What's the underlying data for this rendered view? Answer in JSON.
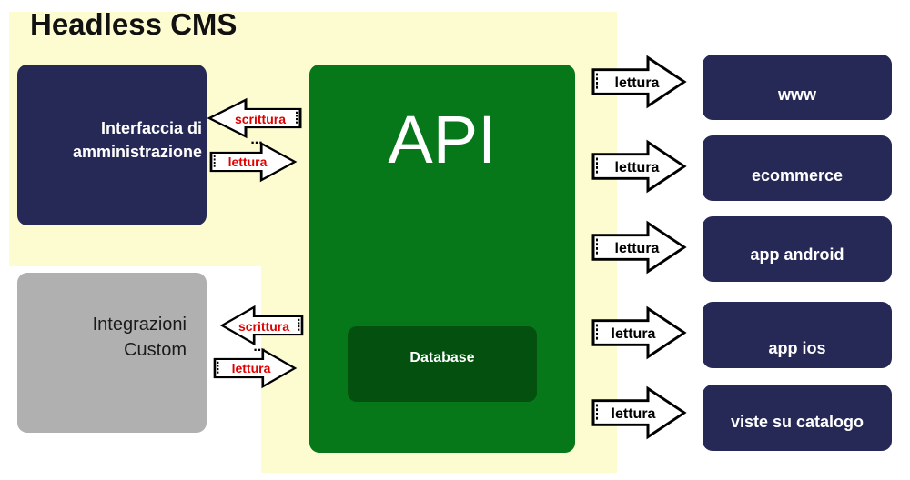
{
  "title": "Headless CMS",
  "admin_label": "Interfaccia di amministrazione",
  "custom_label": "Integrazioni Custom",
  "api_label": "API",
  "database_label": "Database",
  "targets": [
    "www",
    "ecommerce",
    "app android",
    "app ios",
    "viste su catalogo"
  ],
  "arrow_read": "lettura",
  "arrow_write": "scrittura",
  "ellipsis": "...",
  "colors": {
    "cms_region": "#fdfbd0",
    "admin_box": "#262856",
    "custom_box": "#b0b0b0",
    "api_box": "#06781a",
    "database_box": "#03500f",
    "arrow_text_red": "#e00000"
  }
}
